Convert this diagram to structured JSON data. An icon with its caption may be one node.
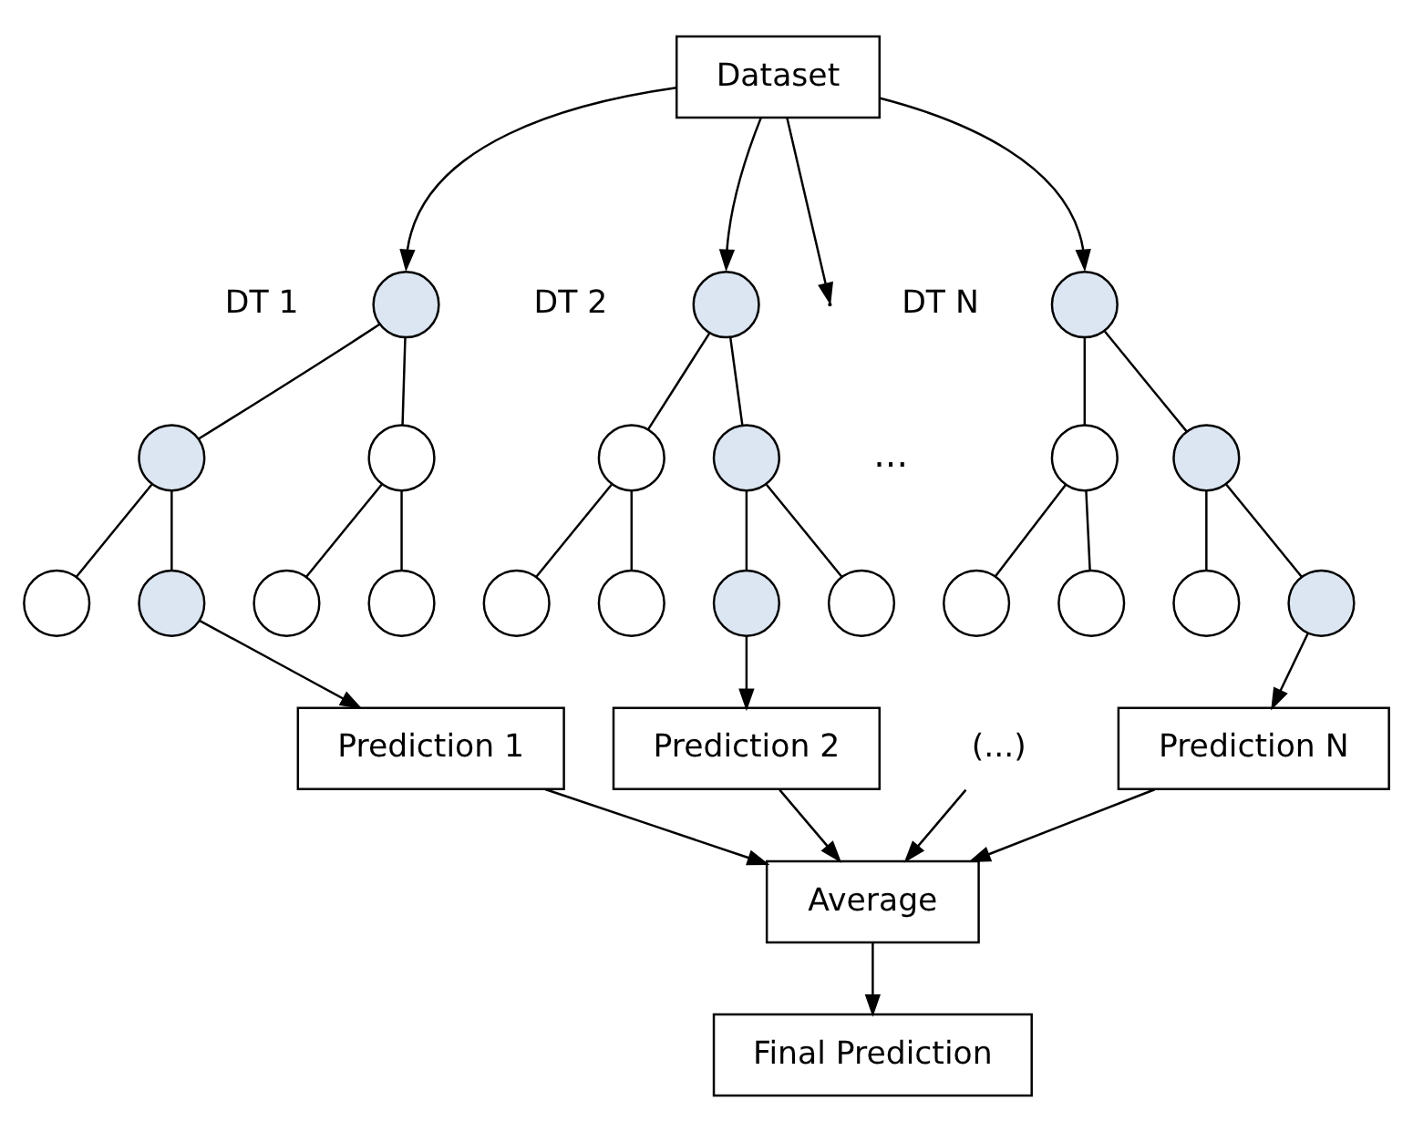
{
  "diagram": {
    "nodes": [
      {
        "text": [
          "Dataset"
        ]
      },
      {
        "text": [],
        "shape": "circle",
        "beside": [
          "DT 1"
        ]
      },
      {
        "text": [],
        "shape": "circle"
      },
      {
        "text": [],
        "shape": "circle"
      },
      {
        "text": [],
        "shape": "circle"
      },
      {
        "text": [],
        "shape": "circle"
      },
      {
        "text": [],
        "shape": "circle"
      },
      {
        "text": [],
        "shape": "circle"
      },
      {
        "text": [],
        "shape": "circle",
        "beside": [
          "DT 2"
        ]
      },
      {
        "text": [],
        "shape": "circle"
      },
      {
        "text": [],
        "shape": "circle"
      },
      {
        "text": [],
        "shape": "circle"
      },
      {
        "text": [],
        "shape": "circle"
      },
      {
        "text": [],
        "shape": "circle"
      },
      {
        "text": [],
        "shape": "circle"
      },
      {
        "text": [],
        "shape": "circle",
        "beside": [
          "DT N"
        ]
      },
      {
        "text": [],
        "shape": "circle"
      },
      {
        "text": [],
        "shape": "circle"
      },
      {
        "text": [],
        "shape": "circle"
      },
      {
        "text": [],
        "shape": "circle"
      },
      {
        "text": [],
        "shape": "circle"
      },
      {
        "text": [],
        "shape": "circle"
      },
      {
        "text": [
          "Prediction 1"
        ]
      },
      {
        "text": [
          "Prediction 2"
        ]
      },
      {
        "text": [
          "(...)"
        ]
      },
      {
        "text": [
          "Prediction N"
        ]
      },
      {
        "text": [
          "Average"
        ]
      },
      {
        "text": [
          "Final Prediction"
        ]
      }
    ],
    "edges": [
      {
        "from": 0,
        "to": 1,
        "arrow": "to"
      },
      {
        "from": 0,
        "to": 8,
        "arrow": "to"
      },
      {
        "from": 0,
        "to": null,
        "arrow": "to"
      },
      {
        "from": 0,
        "to": 15,
        "arrow": "to"
      },
      {
        "from": 1,
        "to": 2,
        "arrow": "none"
      },
      {
        "from": 1,
        "to": 3,
        "arrow": "none"
      },
      {
        "from": 2,
        "to": 4,
        "arrow": "none"
      },
      {
        "from": 2,
        "to": 5,
        "arrow": "none"
      },
      {
        "from": 3,
        "to": 6,
        "arrow": "none"
      },
      {
        "from": 3,
        "to": 7,
        "arrow": "none"
      },
      {
        "from": 8,
        "to": 9,
        "arrow": "none"
      },
      {
        "from": 8,
        "to": 10,
        "arrow": "none"
      },
      {
        "from": 9,
        "to": 11,
        "arrow": "none"
      },
      {
        "from": 9,
        "to": 12,
        "arrow": "none"
      },
      {
        "from": 10,
        "to": 13,
        "arrow": "none"
      },
      {
        "from": 10,
        "to": 14,
        "arrow": "none"
      },
      {
        "from": 15,
        "to": 16,
        "arrow": "none"
      },
      {
        "from": 15,
        "to": 17,
        "arrow": "none"
      },
      {
        "from": 16,
        "to": 18,
        "arrow": "none"
      },
      {
        "from": 16,
        "to": 19,
        "arrow": "none"
      },
      {
        "from": 17,
        "to": 20,
        "arrow": "none"
      },
      {
        "from": 17,
        "to": 21,
        "arrow": "none"
      },
      {
        "from": 5,
        "to": 22,
        "arrow": "to"
      },
      {
        "from": 13,
        "to": 23,
        "arrow": "to"
      },
      {
        "from": 21,
        "to": 25,
        "arrow": "to"
      },
      {
        "from": 22,
        "to": 26,
        "arrow": "to"
      },
      {
        "from": 23,
        "to": 26,
        "arrow": "to"
      },
      {
        "from": 24,
        "to": 26,
        "arrow": "to"
      },
      {
        "from": 25,
        "to": 26,
        "arrow": "to"
      },
      {
        "from": 26,
        "to": 27,
        "arrow": "to"
      }
    ],
    "labels": [
      "..."
    ]
  }
}
